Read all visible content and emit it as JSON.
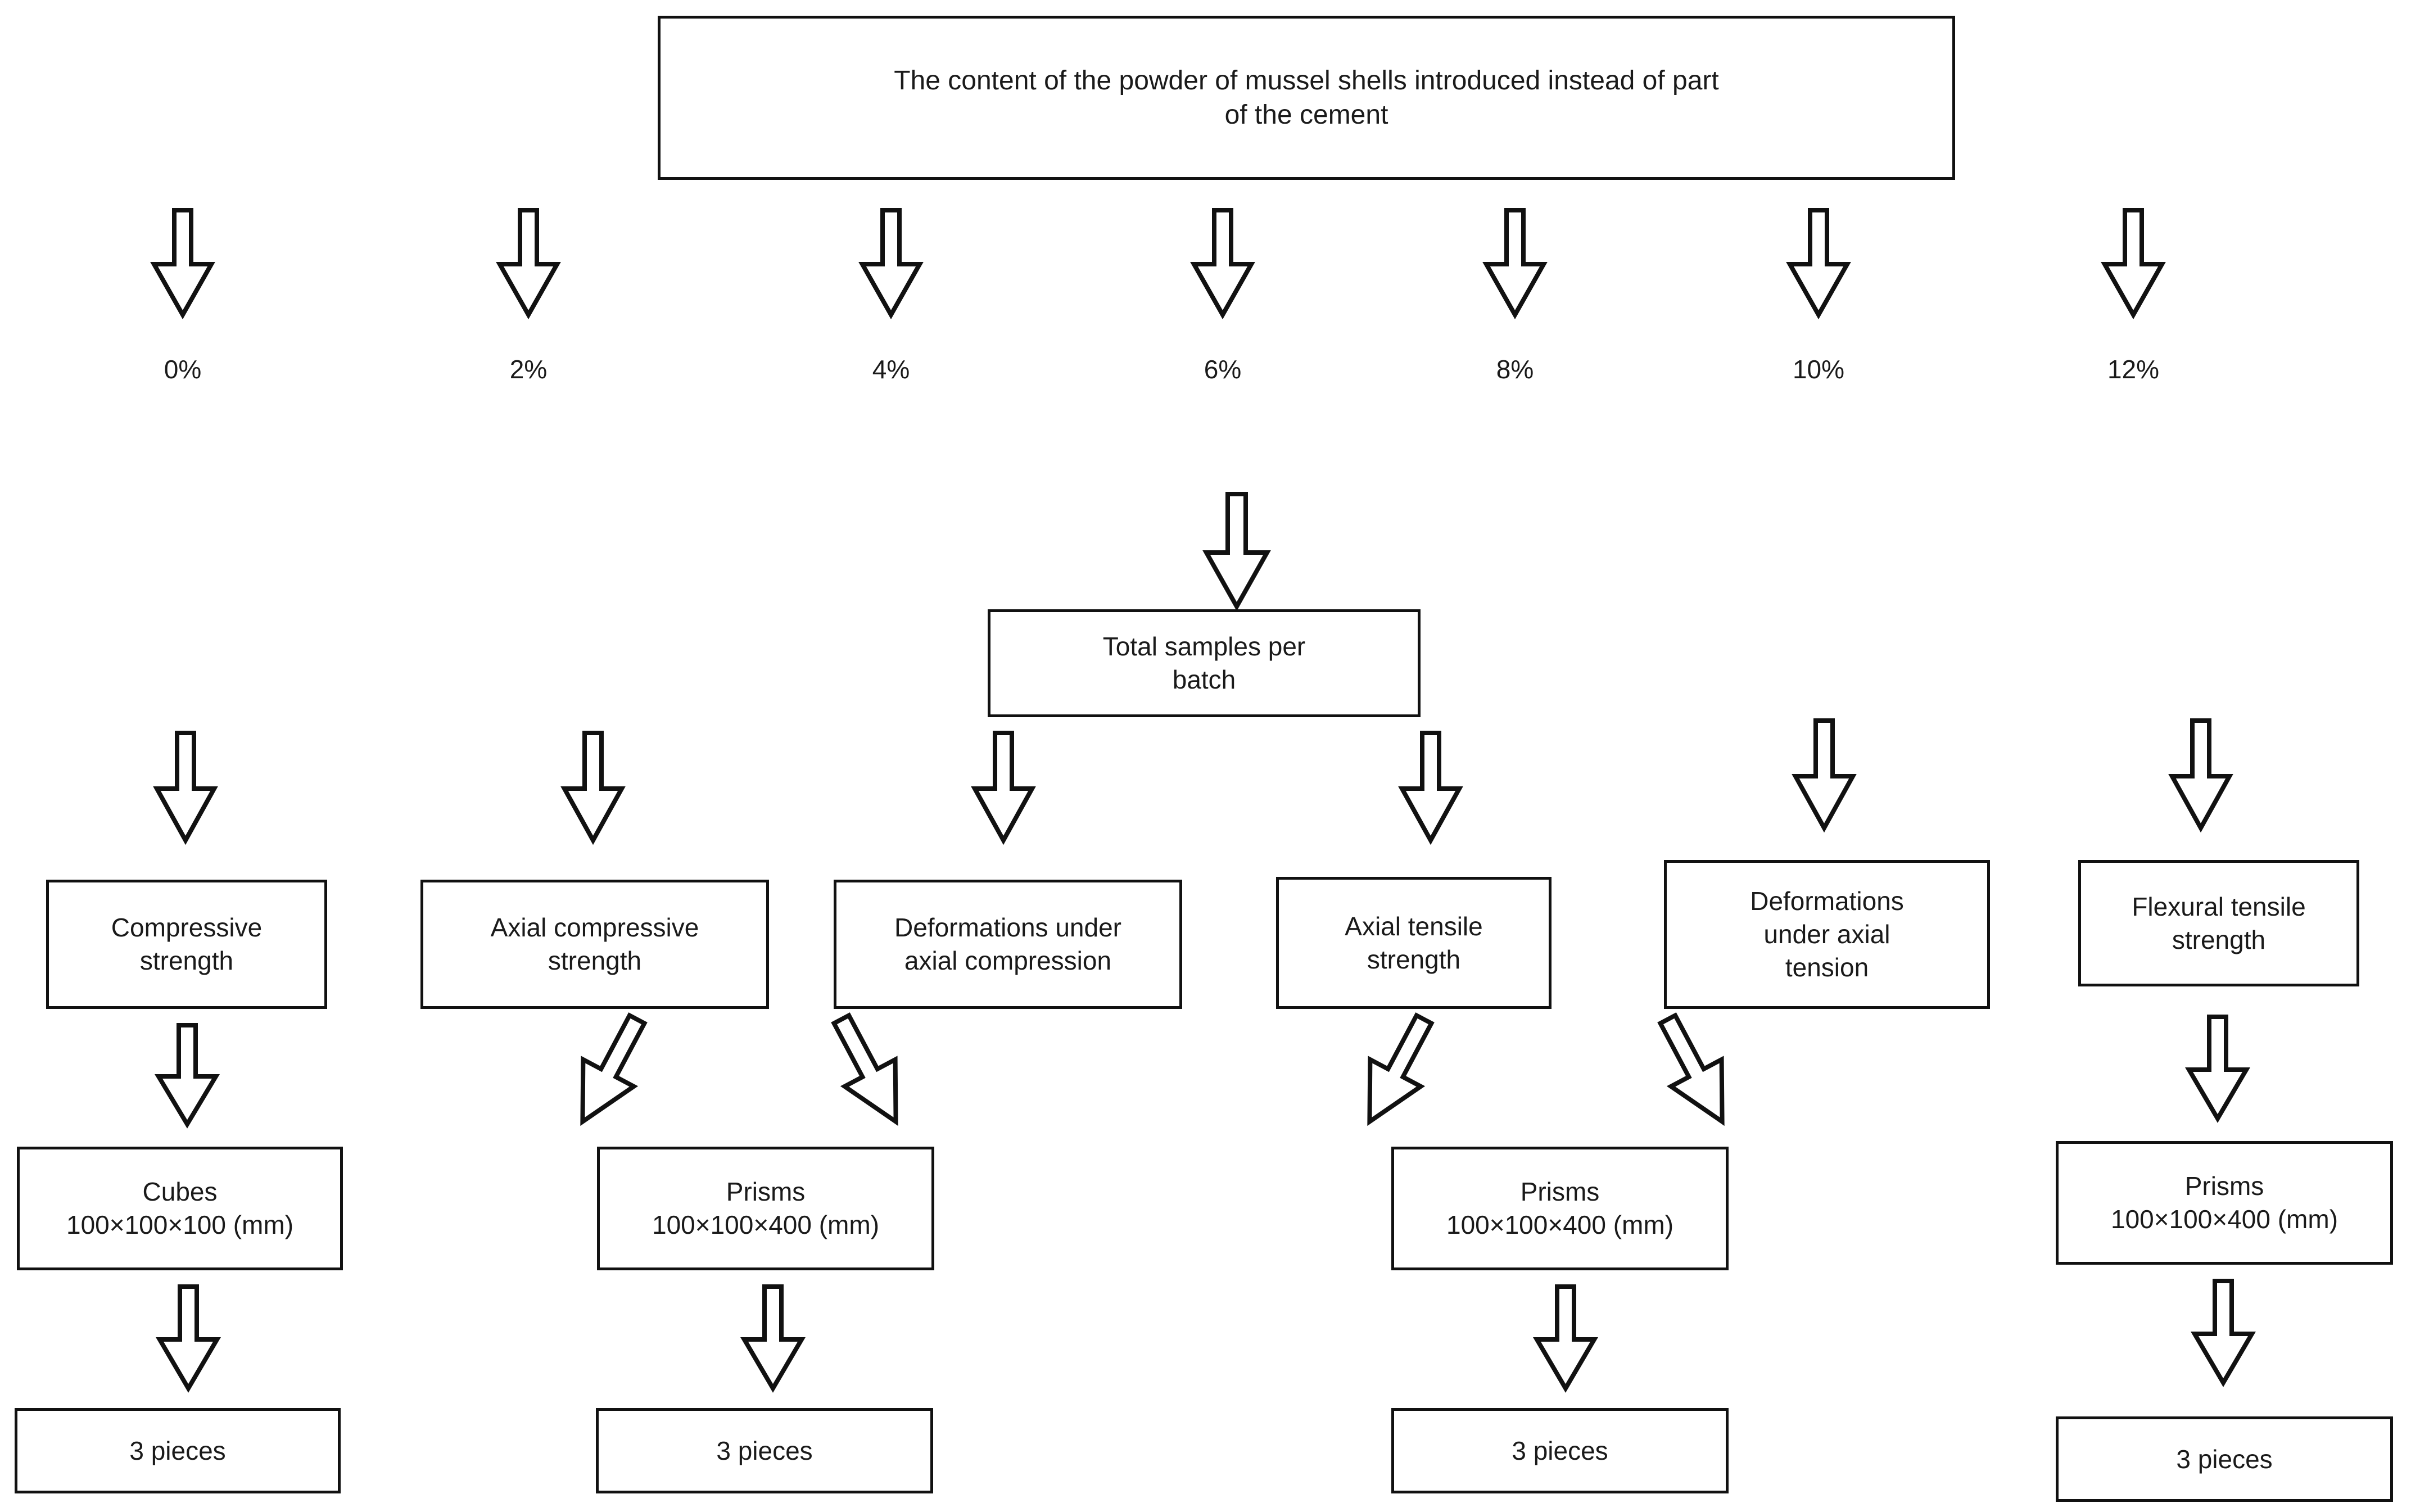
{
  "diagram": {
    "title_box": {
      "text": "The content of the powder of mussel shells introduced instead of part\nof the cement"
    },
    "dosage_row": {
      "labels": [
        "0%",
        "2%",
        "4%",
        "6%",
        "8%",
        "10%",
        "12%"
      ]
    },
    "total_box": {
      "text": "Total samples per\nbatch"
    },
    "tests": [
      {
        "id": "compressive-strength",
        "label": "Compressive\nstrength"
      },
      {
        "id": "axial-compressive-strength",
        "label": "Axial compressive\nstrength"
      },
      {
        "id": "deformations-axial-compression",
        "label": "Deformations under\naxial compression"
      },
      {
        "id": "axial-tensile-strength",
        "label": "Axial tensile\nstrength"
      },
      {
        "id": "deformations-axial-tension",
        "label": "Deformations\nunder axial\ntension"
      },
      {
        "id": "flexural-tensile-strength",
        "label": "Flexural tensile\nstrength"
      }
    ],
    "specimens": [
      {
        "id": "cubes",
        "label": "Cubes\n100×100×100 (mm)"
      },
      {
        "id": "prisms-1",
        "label": "Prisms\n100×100×400 (mm)"
      },
      {
        "id": "prisms-2",
        "label": "Prisms\n100×100×400 (mm)"
      },
      {
        "id": "prisms-3",
        "label": "Prisms\n100×100×400 (mm)"
      }
    ],
    "counts": [
      {
        "id": "pieces-1",
        "label": "3 pieces"
      },
      {
        "id": "pieces-2",
        "label": "3 pieces"
      },
      {
        "id": "pieces-3",
        "label": "3 pieces"
      },
      {
        "id": "pieces-4",
        "label": "3 pieces"
      }
    ],
    "colors": {
      "stroke": "#111111",
      "background": "#ffffff",
      "text": "#1a1a1a"
    }
  }
}
